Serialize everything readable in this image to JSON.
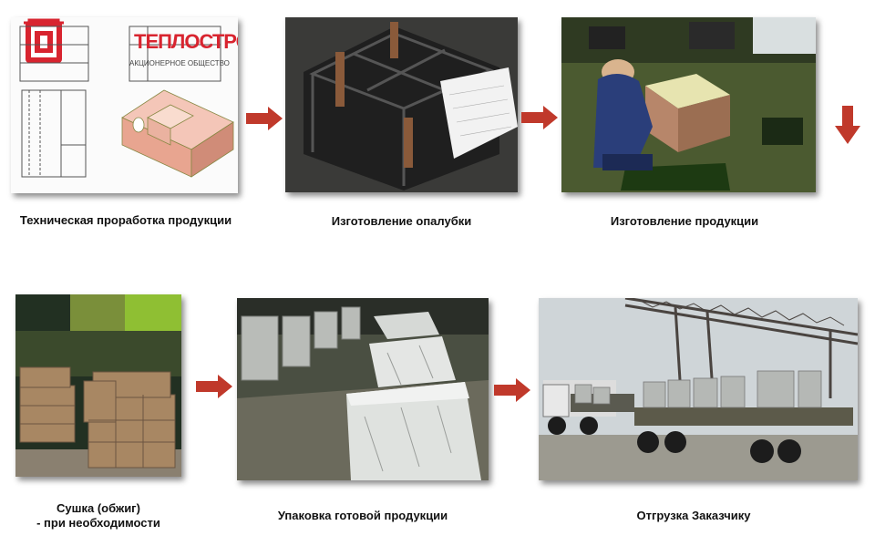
{
  "steps": [
    {
      "caption": "Техническая проработка продукции"
    },
    {
      "caption": "Изготовление опалубки"
    },
    {
      "caption": "Изготовление продукции"
    },
    {
      "caption_line1": "Сушка (обжиг)",
      "caption_line2": "- при необходимости"
    },
    {
      "caption": "Упаковка готовой продукции"
    },
    {
      "caption": "Отгрузка Заказчику"
    }
  ],
  "logo": {
    "brand": "ТЕПЛОСТРОЙ",
    "sub": "АКЦИОНЕРНОЕ ОБЩЕСТВО"
  },
  "colors": {
    "arrow": "#c0392b",
    "logo_red": "#d8242f"
  }
}
